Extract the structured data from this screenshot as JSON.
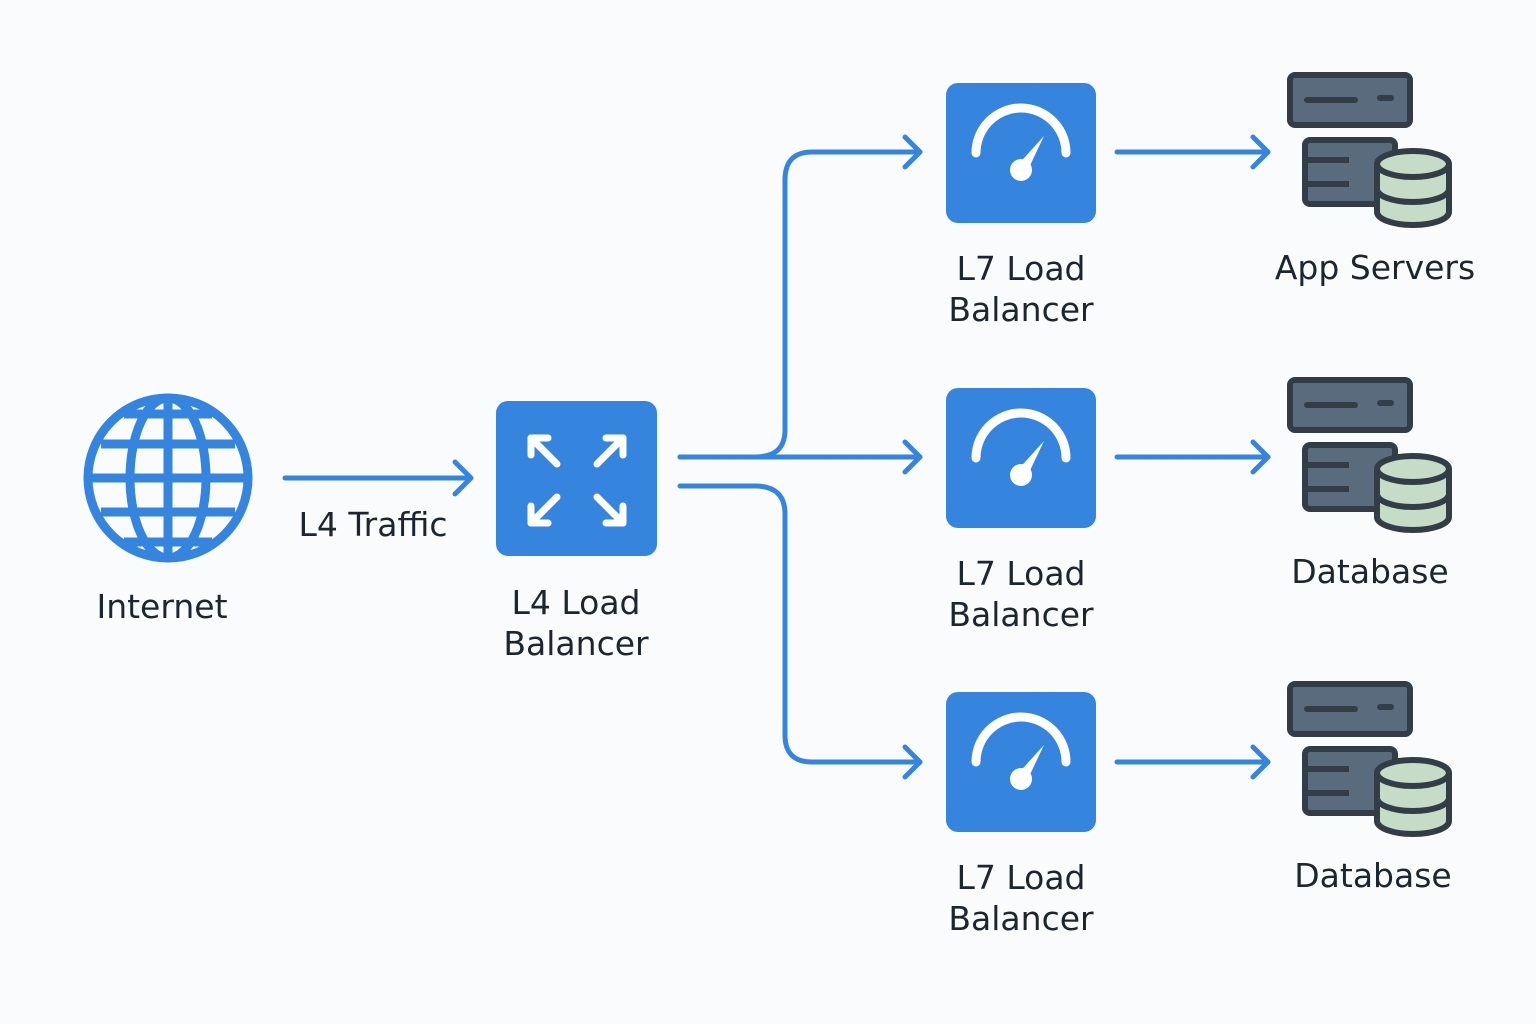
{
  "colors": {
    "accent": "#3585de",
    "text": "#1c2530",
    "server_fill": "#5b6b7e",
    "server_stroke": "#323d48",
    "db_fill": "#c7dcc6",
    "background": "#fafbfc"
  },
  "nodes": {
    "internet": {
      "label": "Internet",
      "icon": "globe-icon"
    },
    "l4_lb": {
      "label_line1": "L4 Load",
      "label_line2": "Balancer",
      "icon": "expand-arrows-icon"
    },
    "l7_lbs": [
      {
        "label_line1": "L7 Load",
        "label_line2": "Balancer",
        "icon": "gauge-icon"
      },
      {
        "label_line1": "L7 Load",
        "label_line2": "Balancer",
        "icon": "gauge-icon"
      },
      {
        "label_line1": "L7 Load",
        "label_line2": "Balancer",
        "icon": "gauge-icon"
      }
    ],
    "backends": [
      {
        "label": "App Servers",
        "icon": "server-database-icon"
      },
      {
        "label": "Database",
        "icon": "server-database-icon"
      },
      {
        "label": "Database",
        "icon": "server-database-icon"
      }
    ]
  },
  "edges": {
    "internet_to_l4": {
      "label": "L4 Traffic"
    }
  }
}
